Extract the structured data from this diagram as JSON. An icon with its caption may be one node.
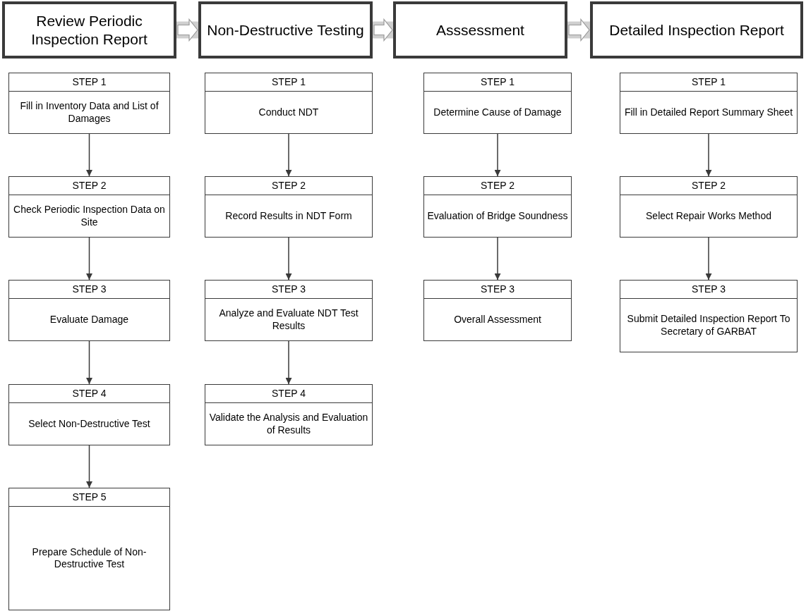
{
  "diagram": {
    "nodes": [
      {
        "text": [
          "Review Periodic Inspection Report"
        ]
      },
      {
        "text": [
          "Non-Destructive Testing"
        ]
      },
      {
        "text": [
          "Asssessment"
        ]
      },
      {
        "text": [
          "Detailed Inspection Report"
        ]
      },
      {
        "text": [
          "STEP 1",
          "Fill in Inventory Data and List of Damages"
        ]
      },
      {
        "text": [
          "STEP 2",
          "Check Periodic Inspection Data on Site"
        ]
      },
      {
        "text": [
          "STEP 3",
          "Evaluate Damage"
        ]
      },
      {
        "text": [
          "STEP 4",
          "Select Non-Destructive Test"
        ]
      },
      {
        "text": [
          "STEP 5",
          "Prepare Schedule of Non-Destructive Test"
        ]
      },
      {
        "text": [
          "STEP 1",
          "Conduct NDT"
        ]
      },
      {
        "text": [
          "STEP 2",
          "Record Results in NDT Form"
        ]
      },
      {
        "text": [
          "STEP 3",
          "Analyze and Evaluate NDT Test Results"
        ]
      },
      {
        "text": [
          "STEP 4",
          "Validate the Analysis and Evaluation of Results"
        ]
      },
      {
        "text": [
          "STEP 1",
          "Determine Cause of Damage"
        ]
      },
      {
        "text": [
          "STEP 2",
          "Evaluation of Bridge Soundness"
        ]
      },
      {
        "text": [
          "STEP 3",
          "Overall Assessment"
        ]
      },
      {
        "text": [
          "STEP 1",
          "Fill in Detailed Report Summary Sheet"
        ]
      },
      {
        "text": [
          "STEP 2",
          "Select Repair Works Method"
        ]
      },
      {
        "text": [
          "STEP 3",
          "Submit Detailed Inspection Report To Secretary of GARBAT"
        ]
      }
    ],
    "edges": [
      {
        "from": 0,
        "to": 1,
        "arrow": "to",
        "style": "thick"
      },
      {
        "from": 1,
        "to": 2,
        "arrow": "to",
        "style": "thick"
      },
      {
        "from": 2,
        "to": 3,
        "arrow": "to",
        "style": "thick"
      },
      {
        "from": 4,
        "to": 5,
        "arrow": "to"
      },
      {
        "from": 5,
        "to": 6,
        "arrow": "to"
      },
      {
        "from": 6,
        "to": 7,
        "arrow": "to"
      },
      {
        "from": 7,
        "to": 8,
        "arrow": "to"
      },
      {
        "from": 9,
        "to": 10,
        "arrow": "to"
      },
      {
        "from": 10,
        "to": 11,
        "arrow": "to"
      },
      {
        "from": 11,
        "to": 12,
        "arrow": "to"
      },
      {
        "from": 13,
        "to": 14,
        "arrow": "to"
      },
      {
        "from": 14,
        "to": 15,
        "arrow": "to"
      },
      {
        "from": 16,
        "to": 17,
        "arrow": "to"
      },
      {
        "from": 17,
        "to": 18,
        "arrow": "to"
      }
    ]
  }
}
